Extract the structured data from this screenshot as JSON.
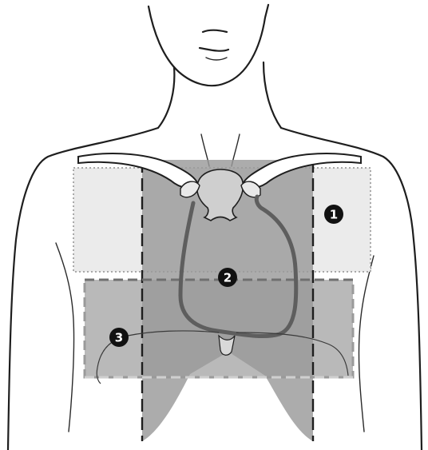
{
  "diagram": {
    "markers": [
      {
        "id": "1",
        "label": "1"
      },
      {
        "id": "2",
        "label": "2"
      },
      {
        "id": "3",
        "label": "3"
      }
    ],
    "colors": {
      "zone1_fill": "#ebebeb",
      "zone1_border": "#a9a9a9",
      "zone2_fill": "#9a9a9a",
      "zone3_fill": "#b9b9b9",
      "heart_outline": "#5e5e5e",
      "line_color": "#1e1e1e"
    }
  }
}
